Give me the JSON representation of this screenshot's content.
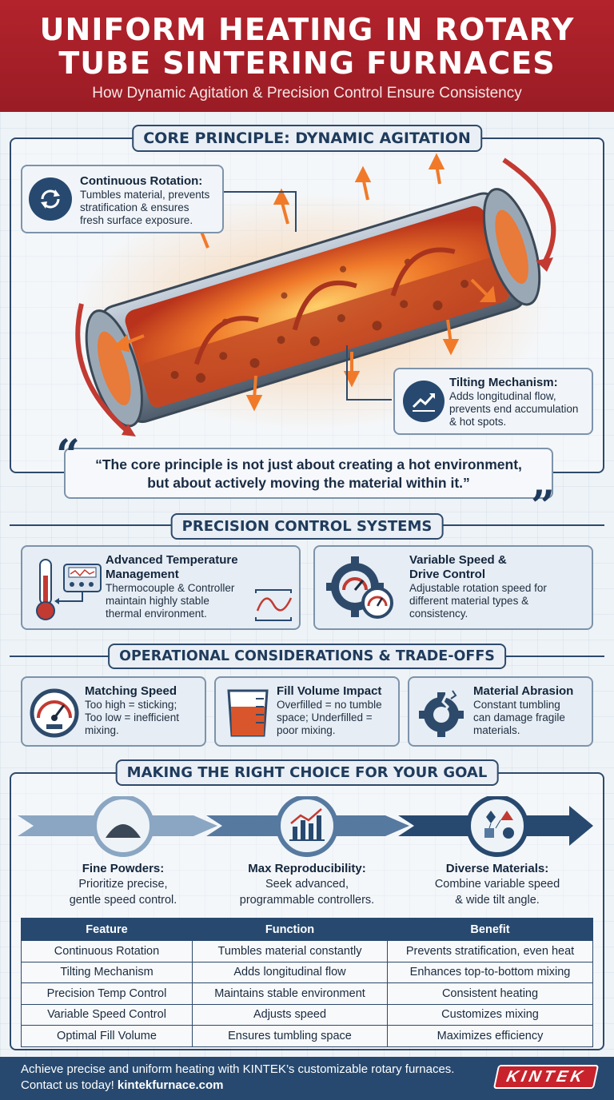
{
  "header": {
    "title_line1": "UNIFORM HEATING IN ROTARY",
    "title_line2": "TUBE SINTERING FURNACES",
    "subtitle": "How Dynamic Agitation & Precision Control Ensure Consistency"
  },
  "core": {
    "section_title": "CORE PRINCIPLE: DYNAMIC AGITATION",
    "rotation_title": "Continuous Rotation:",
    "rotation_text_1": "Tumbles material, prevents",
    "rotation_text_2": "stratification & ensures",
    "rotation_text_3": "fresh surface exposure.",
    "tilt_title": "Tilting Mechanism:",
    "tilt_text_1": "Adds longitudinal flow,",
    "tilt_text_2": "prevents end accumulation",
    "tilt_text_3": "& hot spots.",
    "quote_line1": "“The core principle is not just about creating a hot environment,",
    "quote_line2": "but about actively moving the material within it.”",
    "open_quote": "“",
    "close_quote": "”"
  },
  "precision": {
    "section_title": "PRECISION CONTROL SYSTEMS",
    "temp_title_1": "Advanced Temperature",
    "temp_title_2": "Management",
    "temp_text_1": "Thermocouple & Controller",
    "temp_text_2": "maintain highly stable",
    "temp_text_3": "thermal environment.",
    "speed_title_1": "Variable Speed &",
    "speed_title_2": "Drive Control",
    "speed_text_1": "Adjustable rotation speed for",
    "speed_text_2": "different material types &",
    "speed_text_3": "consistency."
  },
  "operational": {
    "section_title": "OPERATIONAL CONSIDERATIONS & TRADE-OFFS",
    "matching_title": "Matching Speed",
    "matching_text_1": "Too high = sticking;",
    "matching_text_2": "Too low = inefficient",
    "matching_text_3": "mixing.",
    "fill_title": "Fill Volume Impact",
    "fill_text_1": "Overfilled = no tumble",
    "fill_text_2": "space; Underfilled =",
    "fill_text_3": "poor mixing.",
    "abrasion_title": "Material Abrasion",
    "abrasion_text_1": "Constant tumbling",
    "abrasion_text_2": "can damage fragile",
    "abrasion_text_3": "materials."
  },
  "goals": {
    "section_title": "MAKING THE RIGHT CHOICE FOR YOUR GOAL",
    "items": [
      {
        "title": "Fine Powders:",
        "line1": "Prioritize precise,",
        "line2": "gentle speed control."
      },
      {
        "title": "Max Reproducibility:",
        "line1": "Seek advanced,",
        "line2": "programmable controllers."
      },
      {
        "title": "Diverse Materials:",
        "line1": "Combine variable speed",
        "line2": "& wide tilt angle."
      }
    ]
  },
  "table": {
    "headers": [
      "Feature",
      "Function",
      "Benefit"
    ],
    "rows": [
      [
        "Continuous Rotation",
        "Tumbles material constantly",
        "Prevents stratification, even heat"
      ],
      [
        "Tilting Mechanism",
        "Adds longitudinal flow",
        "Enhances top-to-bottom mixing"
      ],
      [
        "Precision Temp Control",
        "Maintains stable environment",
        "Consistent heating"
      ],
      [
        "Variable Speed Control",
        "Adjusts speed",
        "Customizes mixing"
      ],
      [
        "Optimal Fill Volume",
        "Ensures tumbling space",
        "Maximizes efficiency"
      ]
    ]
  },
  "footer": {
    "line1": "Achieve precise and uniform heating with KINTEK’s customizable rotary furnaces.",
    "line2_prefix": "Contact us today! ",
    "line2_link": "kintekfurnace.com",
    "logo": "KINTEK"
  },
  "colors": {
    "brand_red": "#b3232c",
    "navy": "#27496f",
    "heat_orange": "#f07a2a"
  }
}
